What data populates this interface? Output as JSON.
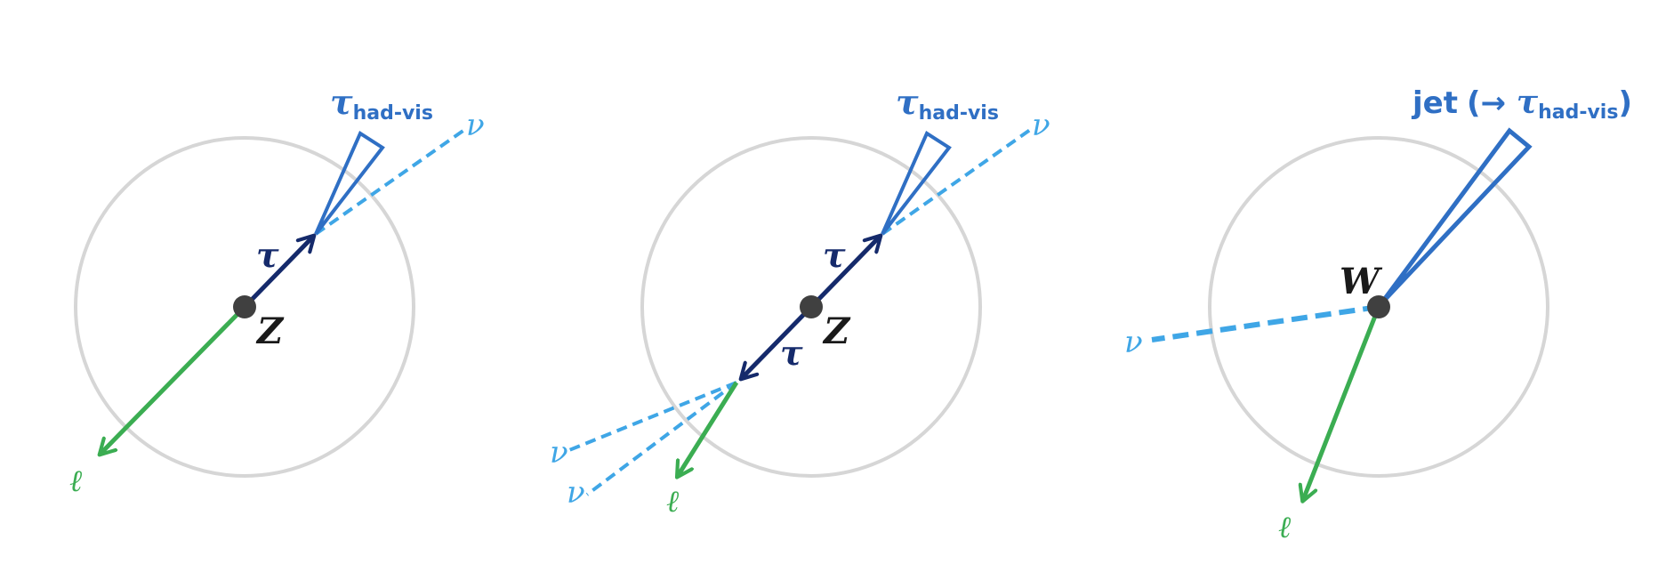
{
  "colors": {
    "circle": "#d6d6d6",
    "vertex": "#404040",
    "tau": "#152a6b",
    "lepton": "#3bad52",
    "neutrino": "#3fa6e6",
    "visible_tau": "#2f6fc4"
  },
  "panels": [
    {
      "boson": "Z",
      "tau_label": "τ",
      "had_vis_symbol": "τ",
      "had_vis_sub": "had-vis",
      "neutrino_label": "ν",
      "lepton_label": "ℓ"
    },
    {
      "boson": "Z",
      "tau_label_up": "τ",
      "tau_label_down": "τ",
      "had_vis_symbol": "τ",
      "had_vis_sub": "had-vis",
      "neutrino_label_up": "ν",
      "neutrino_label_a": "ν",
      "neutrino_label_b": "ν",
      "lepton_label": "ℓ"
    },
    {
      "boson": "W",
      "jet_word": "jet",
      "jet_paren_open": "(→ ",
      "jet_tau": "τ",
      "jet_sub": "had-vis",
      "jet_paren_close": ")",
      "neutrino_label": "ν",
      "lepton_label": "ℓ"
    }
  ]
}
